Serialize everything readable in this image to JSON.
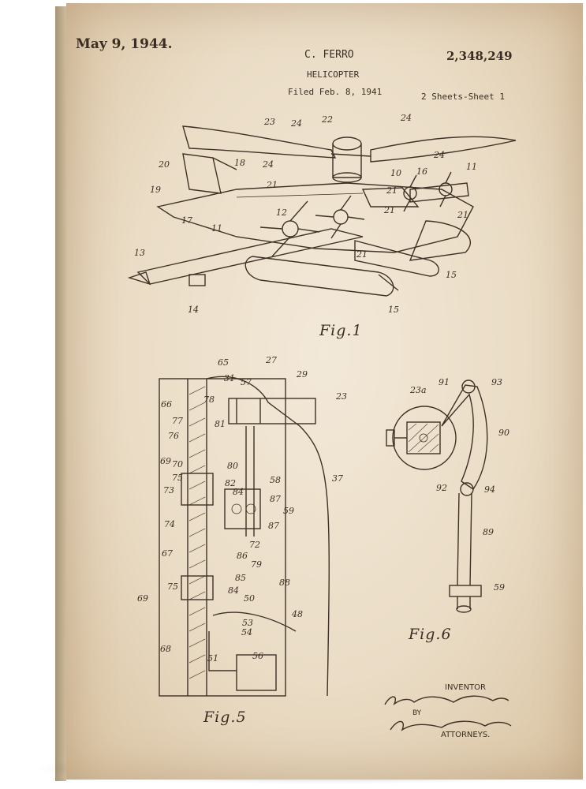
{
  "header": {
    "date": "May 9, 1944.",
    "inventor": "C. FERRO",
    "patent_number": "2,348,249",
    "title": "HELICOPTER",
    "filed": "Filed Feb. 8, 1941",
    "sheets": "2 Sheets-Sheet 1"
  },
  "figures": {
    "fig1": "Fig.1",
    "fig5": "Fig.5",
    "fig6": "Fig.6"
  },
  "footer": {
    "inventor_label": "INVENTOR",
    "inventor_signature": "Casimiro Ferro",
    "by_label": "BY",
    "attorney_signature": "Wooster & Davis",
    "attorneys_label": "ATTORNEYS."
  },
  "colors": {
    "paper": "#f3e9d9",
    "ink": "#3f3126"
  }
}
